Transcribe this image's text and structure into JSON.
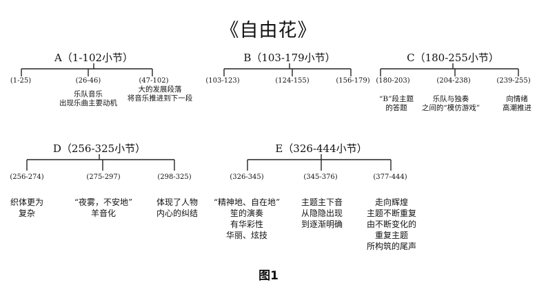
{
  "title": "《自由花》",
  "caption": "图1",
  "sections": {
    "A": {
      "label": "A（1-102小节）",
      "children": [
        {
          "range": "(1-25)",
          "desc": []
        },
        {
          "range": "(26-46)",
          "desc": [
            "乐队音乐",
            "出现乐曲主要动机"
          ]
        },
        {
          "range": "(47-102)",
          "desc": [
            "大的发展段落",
            "将音乐推进到下一段"
          ]
        }
      ]
    },
    "B": {
      "label": "B（103-179小节）",
      "children": [
        {
          "range": "(103-123)",
          "desc": []
        },
        {
          "range": "(124-155)",
          "desc": []
        },
        {
          "range": "(156-179)",
          "desc": []
        }
      ]
    },
    "C": {
      "label": "C（180-255小节）",
      "children": [
        {
          "range": "(180-203)",
          "desc": [
            "“B”段主题",
            "的答题"
          ]
        },
        {
          "range": "(204-238)",
          "desc": [
            "乐队与独奏",
            "之间的“模仿游戏”"
          ]
        },
        {
          "range": "(239-255)",
          "desc": [
            "向情绪",
            "高潮推进"
          ]
        }
      ]
    },
    "D": {
      "label": "D（256-325小节）",
      "children": [
        {
          "range": "(256-274)",
          "desc": [
            "织体更为",
            "复杂"
          ]
        },
        {
          "range": "(275-297)",
          "desc": [
            "“夜雾，不安地”",
            "羊音化"
          ]
        },
        {
          "range": "(298-325)",
          "desc": [
            "体现了人物",
            "内心的纠结"
          ]
        }
      ]
    },
    "E": {
      "label": "E（326-444小节）",
      "children": [
        {
          "range": "(326-345)",
          "desc": [
            "“精神地、自在地”",
            "笙的演奏",
            "有华彩性",
            "华丽、炫技"
          ]
        },
        {
          "range": "(345-376)",
          "desc": [
            "主题主下音",
            "从隐隐出现",
            "到逐渐明确"
          ]
        },
        {
          "range": "(377-444)",
          "desc": [
            "走向辉煌",
            "主题不断重复",
            "由不断变化的",
            "重复主题",
            "所构筑的尾声"
          ]
        }
      ]
    }
  }
}
